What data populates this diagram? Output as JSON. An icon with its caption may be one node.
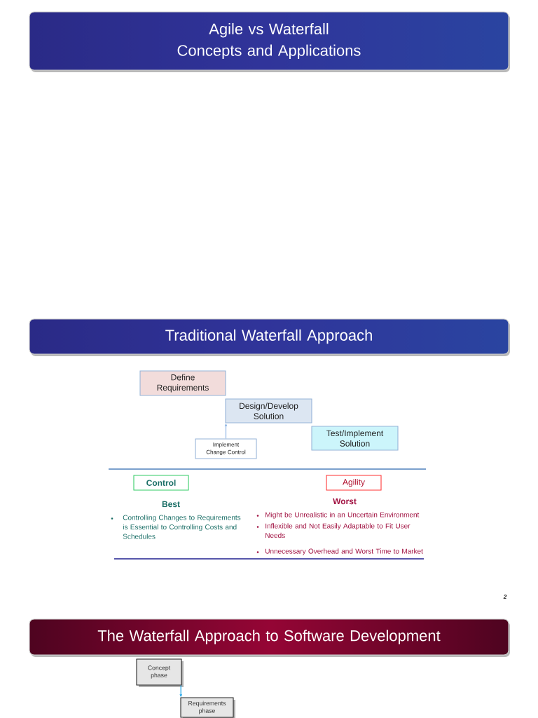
{
  "diagram": {
    "nodes": [
      {
        "text": [
          "Agile vs Waterfall",
          "Concepts and Applications"
        ]
      },
      {
        "text": [
          "Traditional Waterfall Approach"
        ]
      },
      {
        "text": [
          "Define Requirements"
        ]
      },
      {
        "text": [
          "Design/Develop Solution"
        ]
      },
      {
        "text": [
          "Test/Implement Solution"
        ]
      },
      {
        "text": [
          "Implement Change Control"
        ]
      },
      {
        "text": [
          "Control"
        ]
      },
      {
        "text": [
          "Agility"
        ]
      },
      {
        "text": [
          "The Waterfall Approach to Software Development"
        ]
      },
      {
        "text": [
          "Concept phase"
        ]
      },
      {
        "text": [
          "Requirements phase"
        ]
      }
    ],
    "edges": [
      {
        "from": 5,
        "to": 3,
        "arrow": "to",
        "color": "#8eb4e3"
      },
      {
        "from": 9,
        "to": 10,
        "arrow": "to",
        "color": "#1aa3e8"
      }
    ],
    "labels": [
      "Best",
      "Worst",
      "Controlling Changes to Requirements is Essential to Controlling Costs and Schedules",
      "Might be Unrealistic in an Uncertain Environment",
      "Inflexible and Not Easily Adaptable to Fit User Needs",
      "Unnecessary Overhead and Worst Time to Market",
      "2"
    ]
  }
}
